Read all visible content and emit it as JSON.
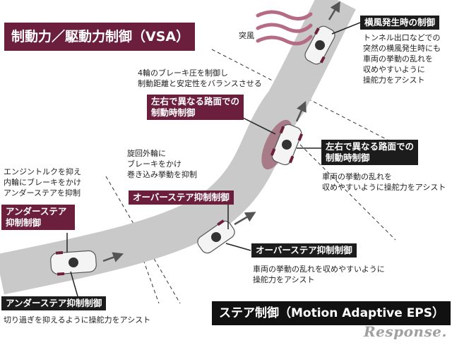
{
  "titles": {
    "vsa": "制動力／駆動力制御（VSA）",
    "eps": "ステア制御（Motion Adaptive EPS）"
  },
  "wind_label": "突風",
  "boxes": {
    "crosswind": "横風発生時の制御",
    "split_braking": [
      "左右で異なる路面での",
      "制動時制御"
    ],
    "split_steer": [
      "左右で異なる路面での",
      "制動時制御"
    ],
    "oversteer_vsa": "オーバーステア抑制制御",
    "understeer_vsa": [
      "アンダーステア",
      "抑制制御"
    ],
    "oversteer_eps": "オーバーステア抑制制御",
    "understeer_eps": "アンダーステア抑制制御"
  },
  "notes": {
    "crosswind": [
      "トンネル出口などでの",
      "突然の横風発生時にも",
      "車両の挙動の乱れを",
      "収めやすいように",
      "操舵力をアシスト"
    ],
    "braking_vsa": [
      "4輪のブレーキ圧を制御し",
      "制動距離と安定性をバランスさせる"
    ],
    "split_steer": [
      "車両の挙動の乱れを",
      "収めやすいように操舵力をアシスト"
    ],
    "oversteer_vsa": [
      "旋回外輪に",
      "ブレーキをかけ",
      "巻き込み挙動を抑制"
    ],
    "understeer_vsa": [
      "エンジントルクを抑え",
      "内輪にブレーキをかけ",
      "アンダーステアを抑制"
    ],
    "oversteer_eps": [
      "車両の挙動の乱れを収めやすいように",
      "操舵力をアシスト"
    ],
    "understeer_eps": "切り過ぎを抑えるように操舵力をアシスト"
  },
  "brand": "Response.",
  "colors": {
    "maroon": "#6b1f3c",
    "black": "#1c1c1c",
    "road": "#c9c9c9"
  }
}
